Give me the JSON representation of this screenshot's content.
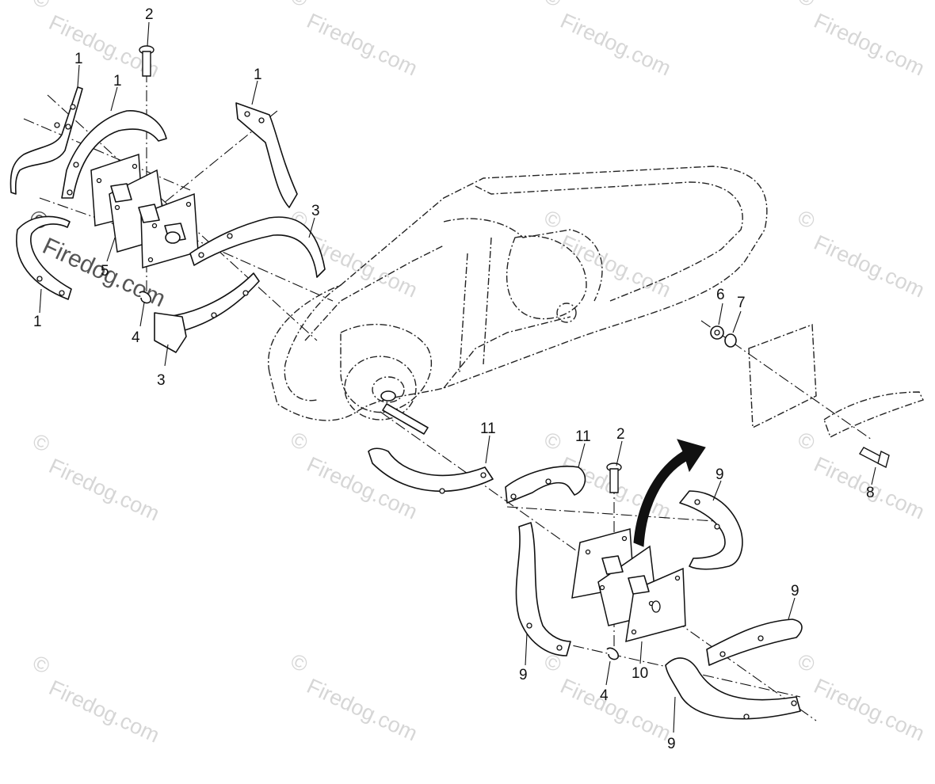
{
  "watermark": {
    "text": "Firedog.com",
    "symbol": "©",
    "color": "#d6d6d6"
  },
  "callouts": {
    "c1a": "1",
    "c1b": "1",
    "c1c": "1",
    "c1d": "1",
    "c2a": "2",
    "c2b": "2",
    "c3a": "3",
    "c3b": "3",
    "c4a": "4",
    "c4b": "4",
    "c5": "5",
    "c6": "6",
    "c7": "7",
    "c8": "8",
    "c9a": "9",
    "c9b": "9",
    "c9c": "9",
    "c9d": "9",
    "c10": "10",
    "c11a": "11",
    "c11b": "11"
  },
  "colors": {
    "line": "#111111",
    "background": "#ffffff"
  }
}
